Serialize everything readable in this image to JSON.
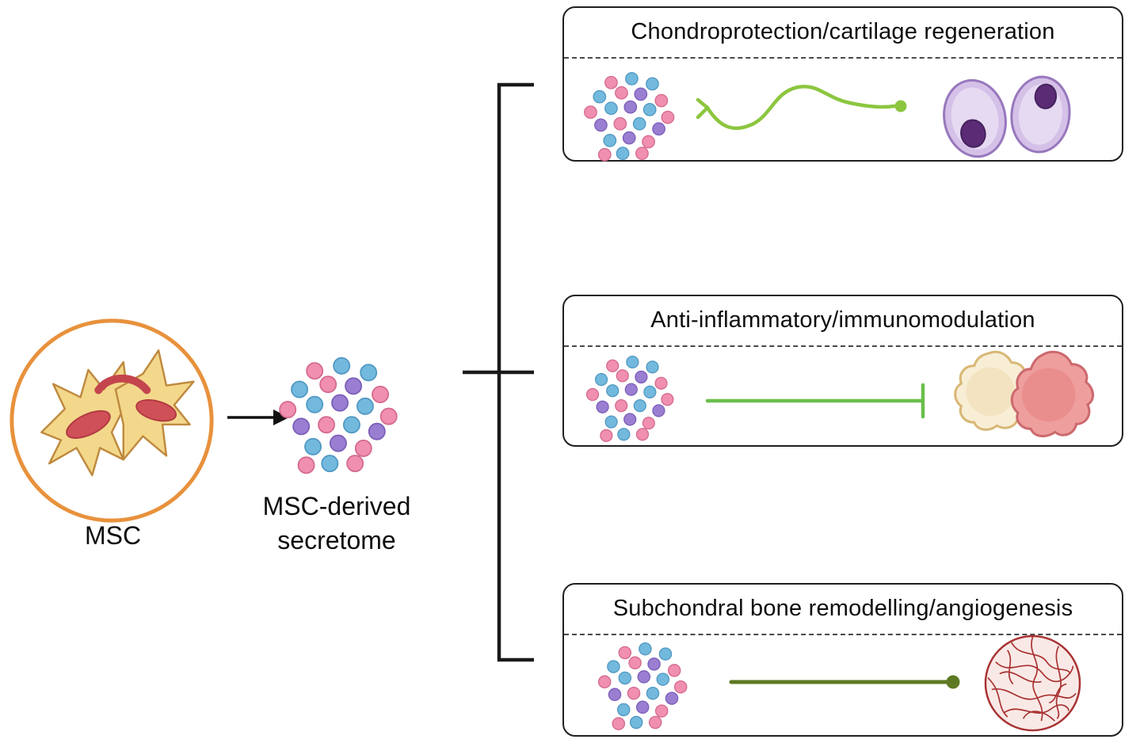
{
  "diagram": {
    "source_label": "MSC",
    "secretome_label_line1": "MSC-derived",
    "secretome_label_line2": "secretome",
    "panels": [
      {
        "title": "Chondroprotection/cartilage regeneration"
      },
      {
        "title": "Anti-inflammatory/immunomodulation"
      },
      {
        "title": "Subchondral bone remodelling/angiogenesis"
      }
    ]
  },
  "icons": {
    "msc_cell": "mesenchymal-stem-cell-icon",
    "secretome_cluster": "secretome-dot-cluster-icon",
    "arrow": "right-arrow-icon",
    "bracket": "bracket-connector-icon",
    "squiggle_signal": "squiggle-signal-arrow-icon",
    "inhibition": "inhibition-bar-arrow-icon",
    "activation": "dot-ended-arrow-icon",
    "chondrocytes": "chondrocyte-cells-icon",
    "immune_cells": "immune-cells-icon",
    "vascular_sphere": "vascularized-bone-sphere-icon"
  },
  "colors": {
    "panel_border": "#1f1f1f",
    "msc_circle_stroke": "#e8913c",
    "msc_cell_fill": "#f3d88b",
    "msc_nucleus": "#d05058",
    "dot_pink": "#f08faf",
    "dot_blue": "#72b9dd",
    "dot_purple": "#9a7ed1",
    "signal_green": "#8cc63f",
    "inhibit_green": "#6abf4b",
    "dark_olive_green": "#5d7a23",
    "chondrocyte_fill": "#d5c1e8",
    "chondrocyte_nucleus": "#5b2b76",
    "immune_yellow": "#f8eed6",
    "immune_pink": "#ef9e9e",
    "angiogenesis_red": "#a83232"
  }
}
